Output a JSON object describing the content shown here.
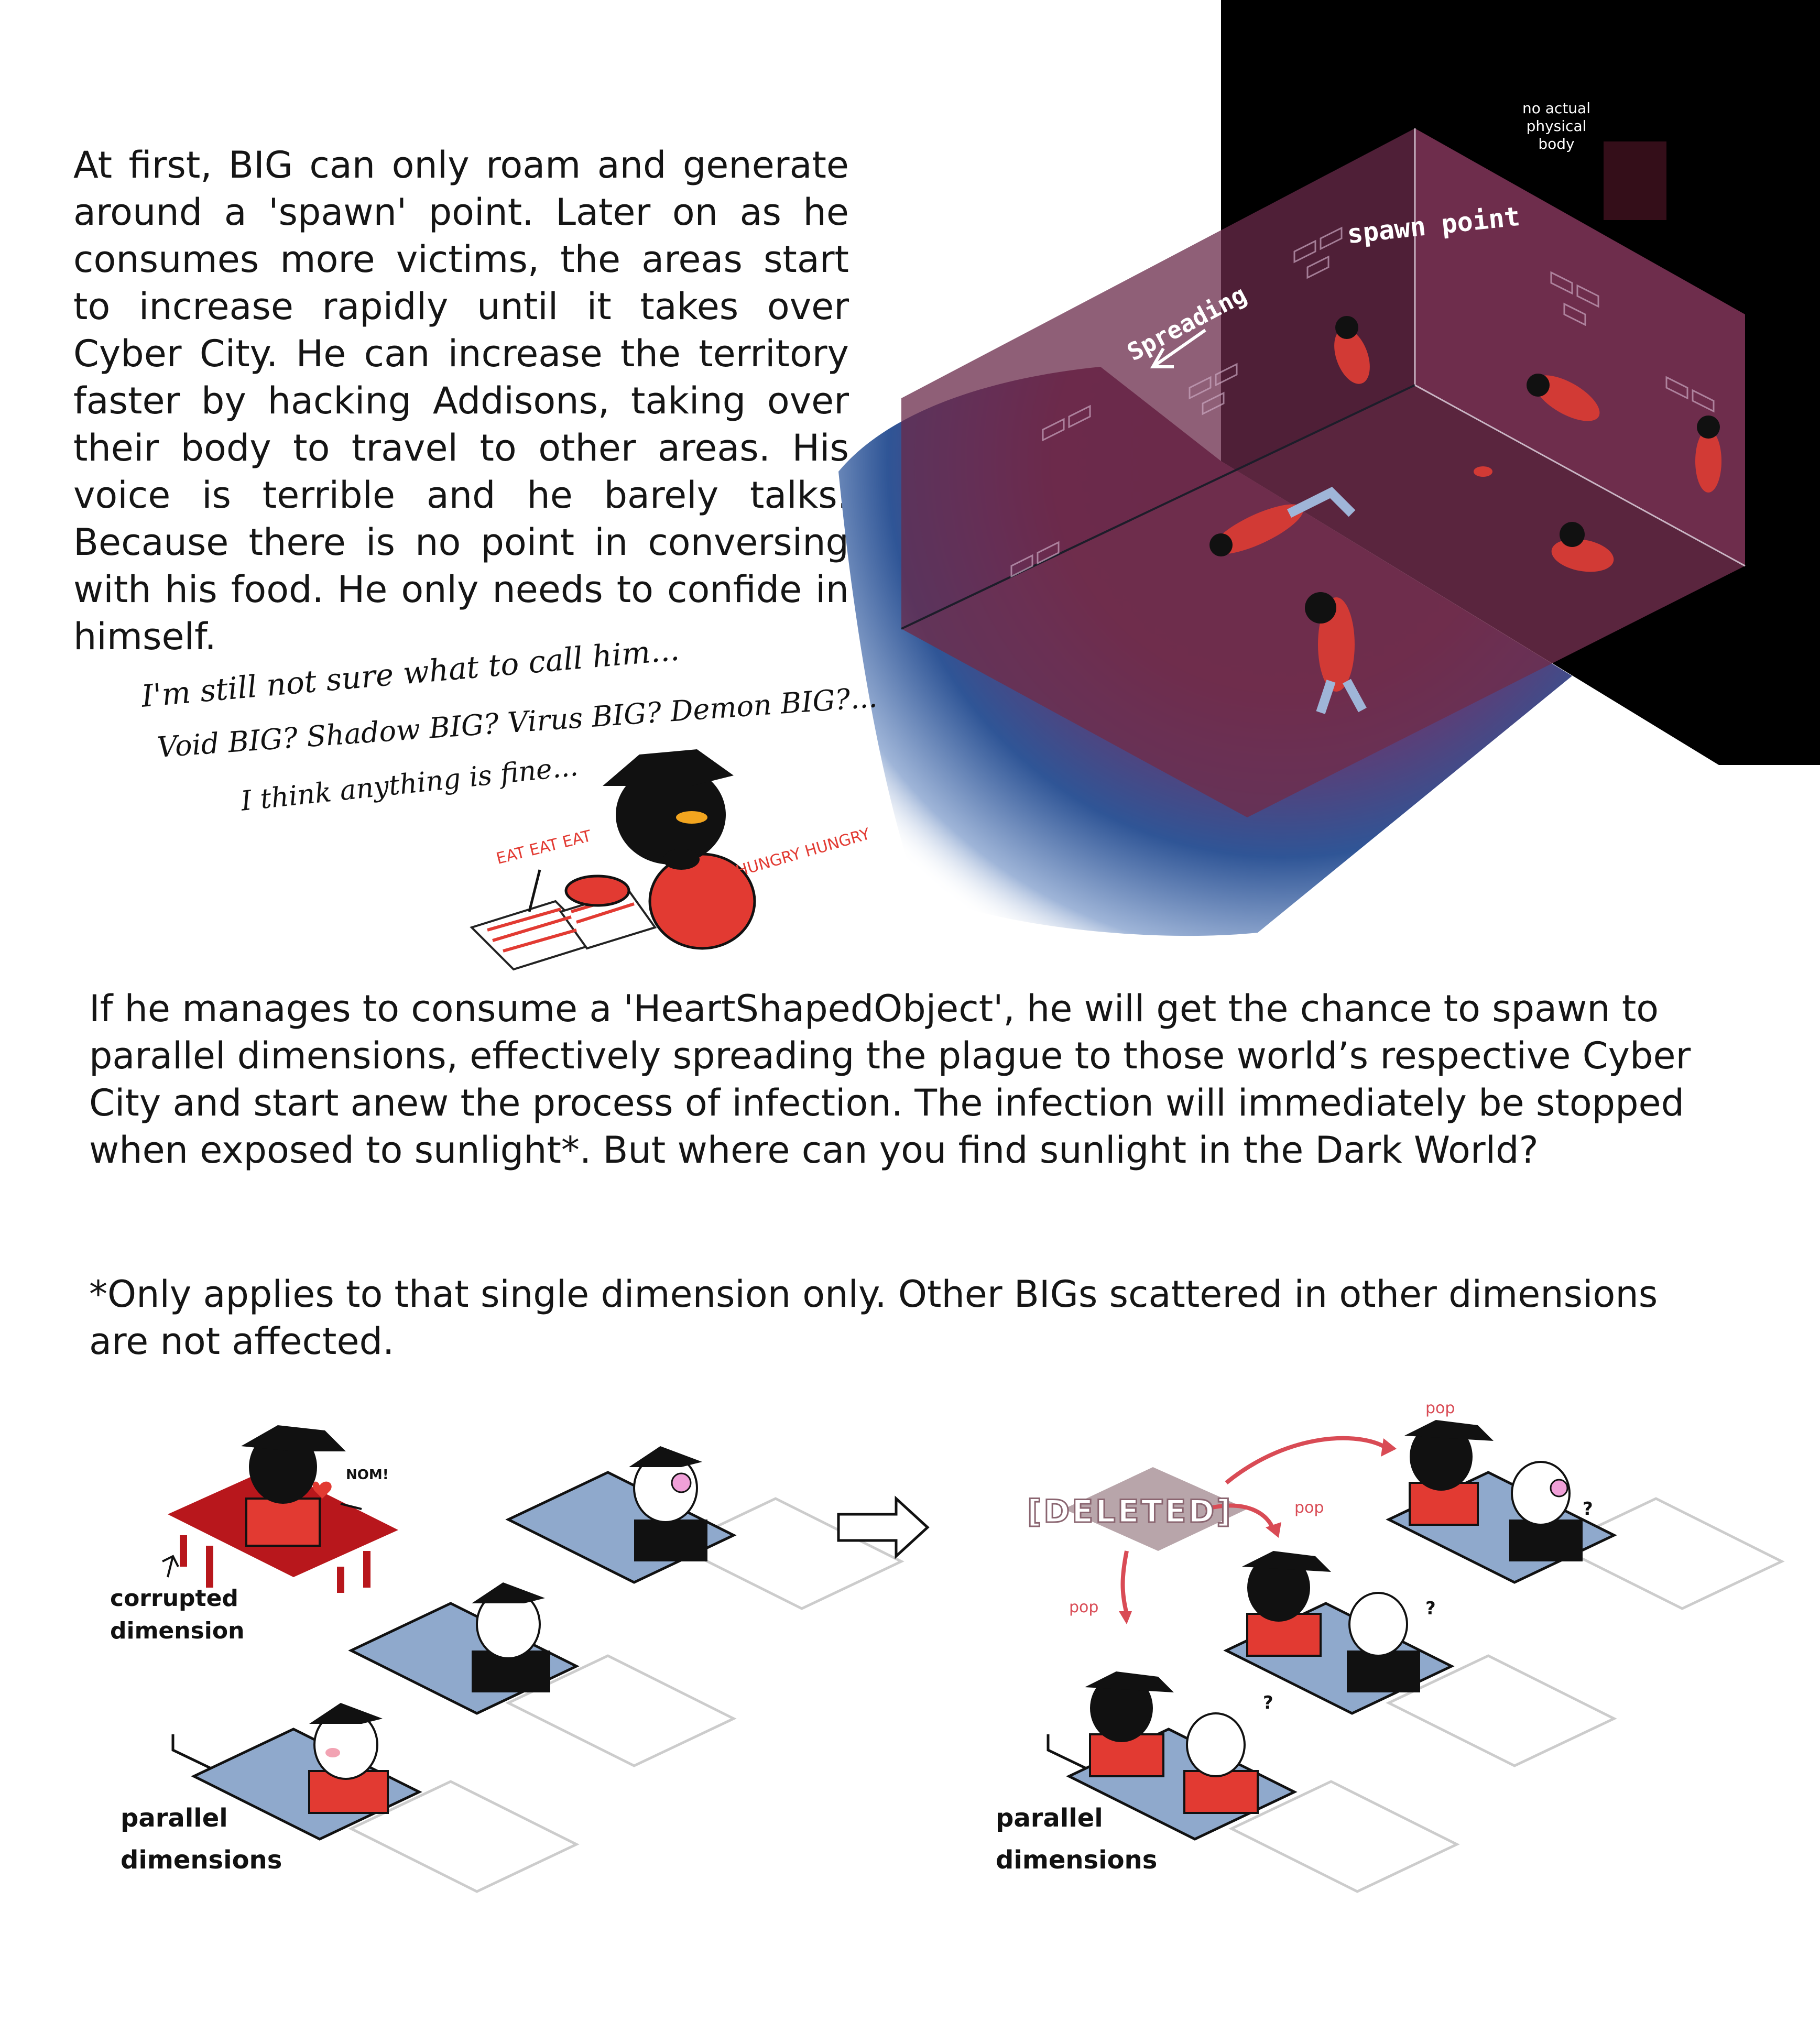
{
  "intro_text": "At first, BIG can only roam and generate around a 'spawn' point. Later on as he consumes more victims, the areas start to increase rapidly until it takes over Cyber City. He can increase the territory faster by hacking Addisons, taking over their body to travel to other areas. His voice is terrible and he barely talks. Because there is no point in conversing with his food. He only needs to confide in himself.",
  "side_notes": {
    "line1": "I'm still not sure what to call him...",
    "line2": "Void BIG? Shadow BIG? Virus BIG? Demon BIG?...",
    "line3": "I think anything is fine..."
  },
  "doodle_words": {
    "eat": "EAT EAT EAT",
    "hungry": "HUNGRY HUNGRY"
  },
  "room_labels": {
    "spawn": "spawn point",
    "spreading": "Spreading",
    "no_body": "no actual physical body"
  },
  "paragraph2": "If he manages to consume a 'HeartShapedObject', he will get the chance to spawn to parallel dimensions, effectively spreading the plague to those world’s respective Cyber City and start anew the process of infection. The infection will immediately be stopped when exposed to sunlight*. But where can you find sunlight in the Dark World?",
  "footnote": "*Only applies to that single dimension only. Other BIGs scattered in other dimensions are not affected.",
  "diagram_left": {
    "nom": "NOM!",
    "corrupted": "corrupted dimension",
    "parallel": "parallel dimensions"
  },
  "diagram_right": {
    "deleted": "[DELETED]",
    "pop": "pop",
    "question": "?",
    "parallel": "parallel dimensions"
  },
  "colors": {
    "room_purple": "#6e2d4c",
    "room_dark": "#000000",
    "spread_blue": "#2f5596",
    "panel_blue": "#8fa9cc",
    "corrupt_red": "#b8171c",
    "arrow_red": "#d94b55",
    "suit_red": "#e23a32"
  }
}
